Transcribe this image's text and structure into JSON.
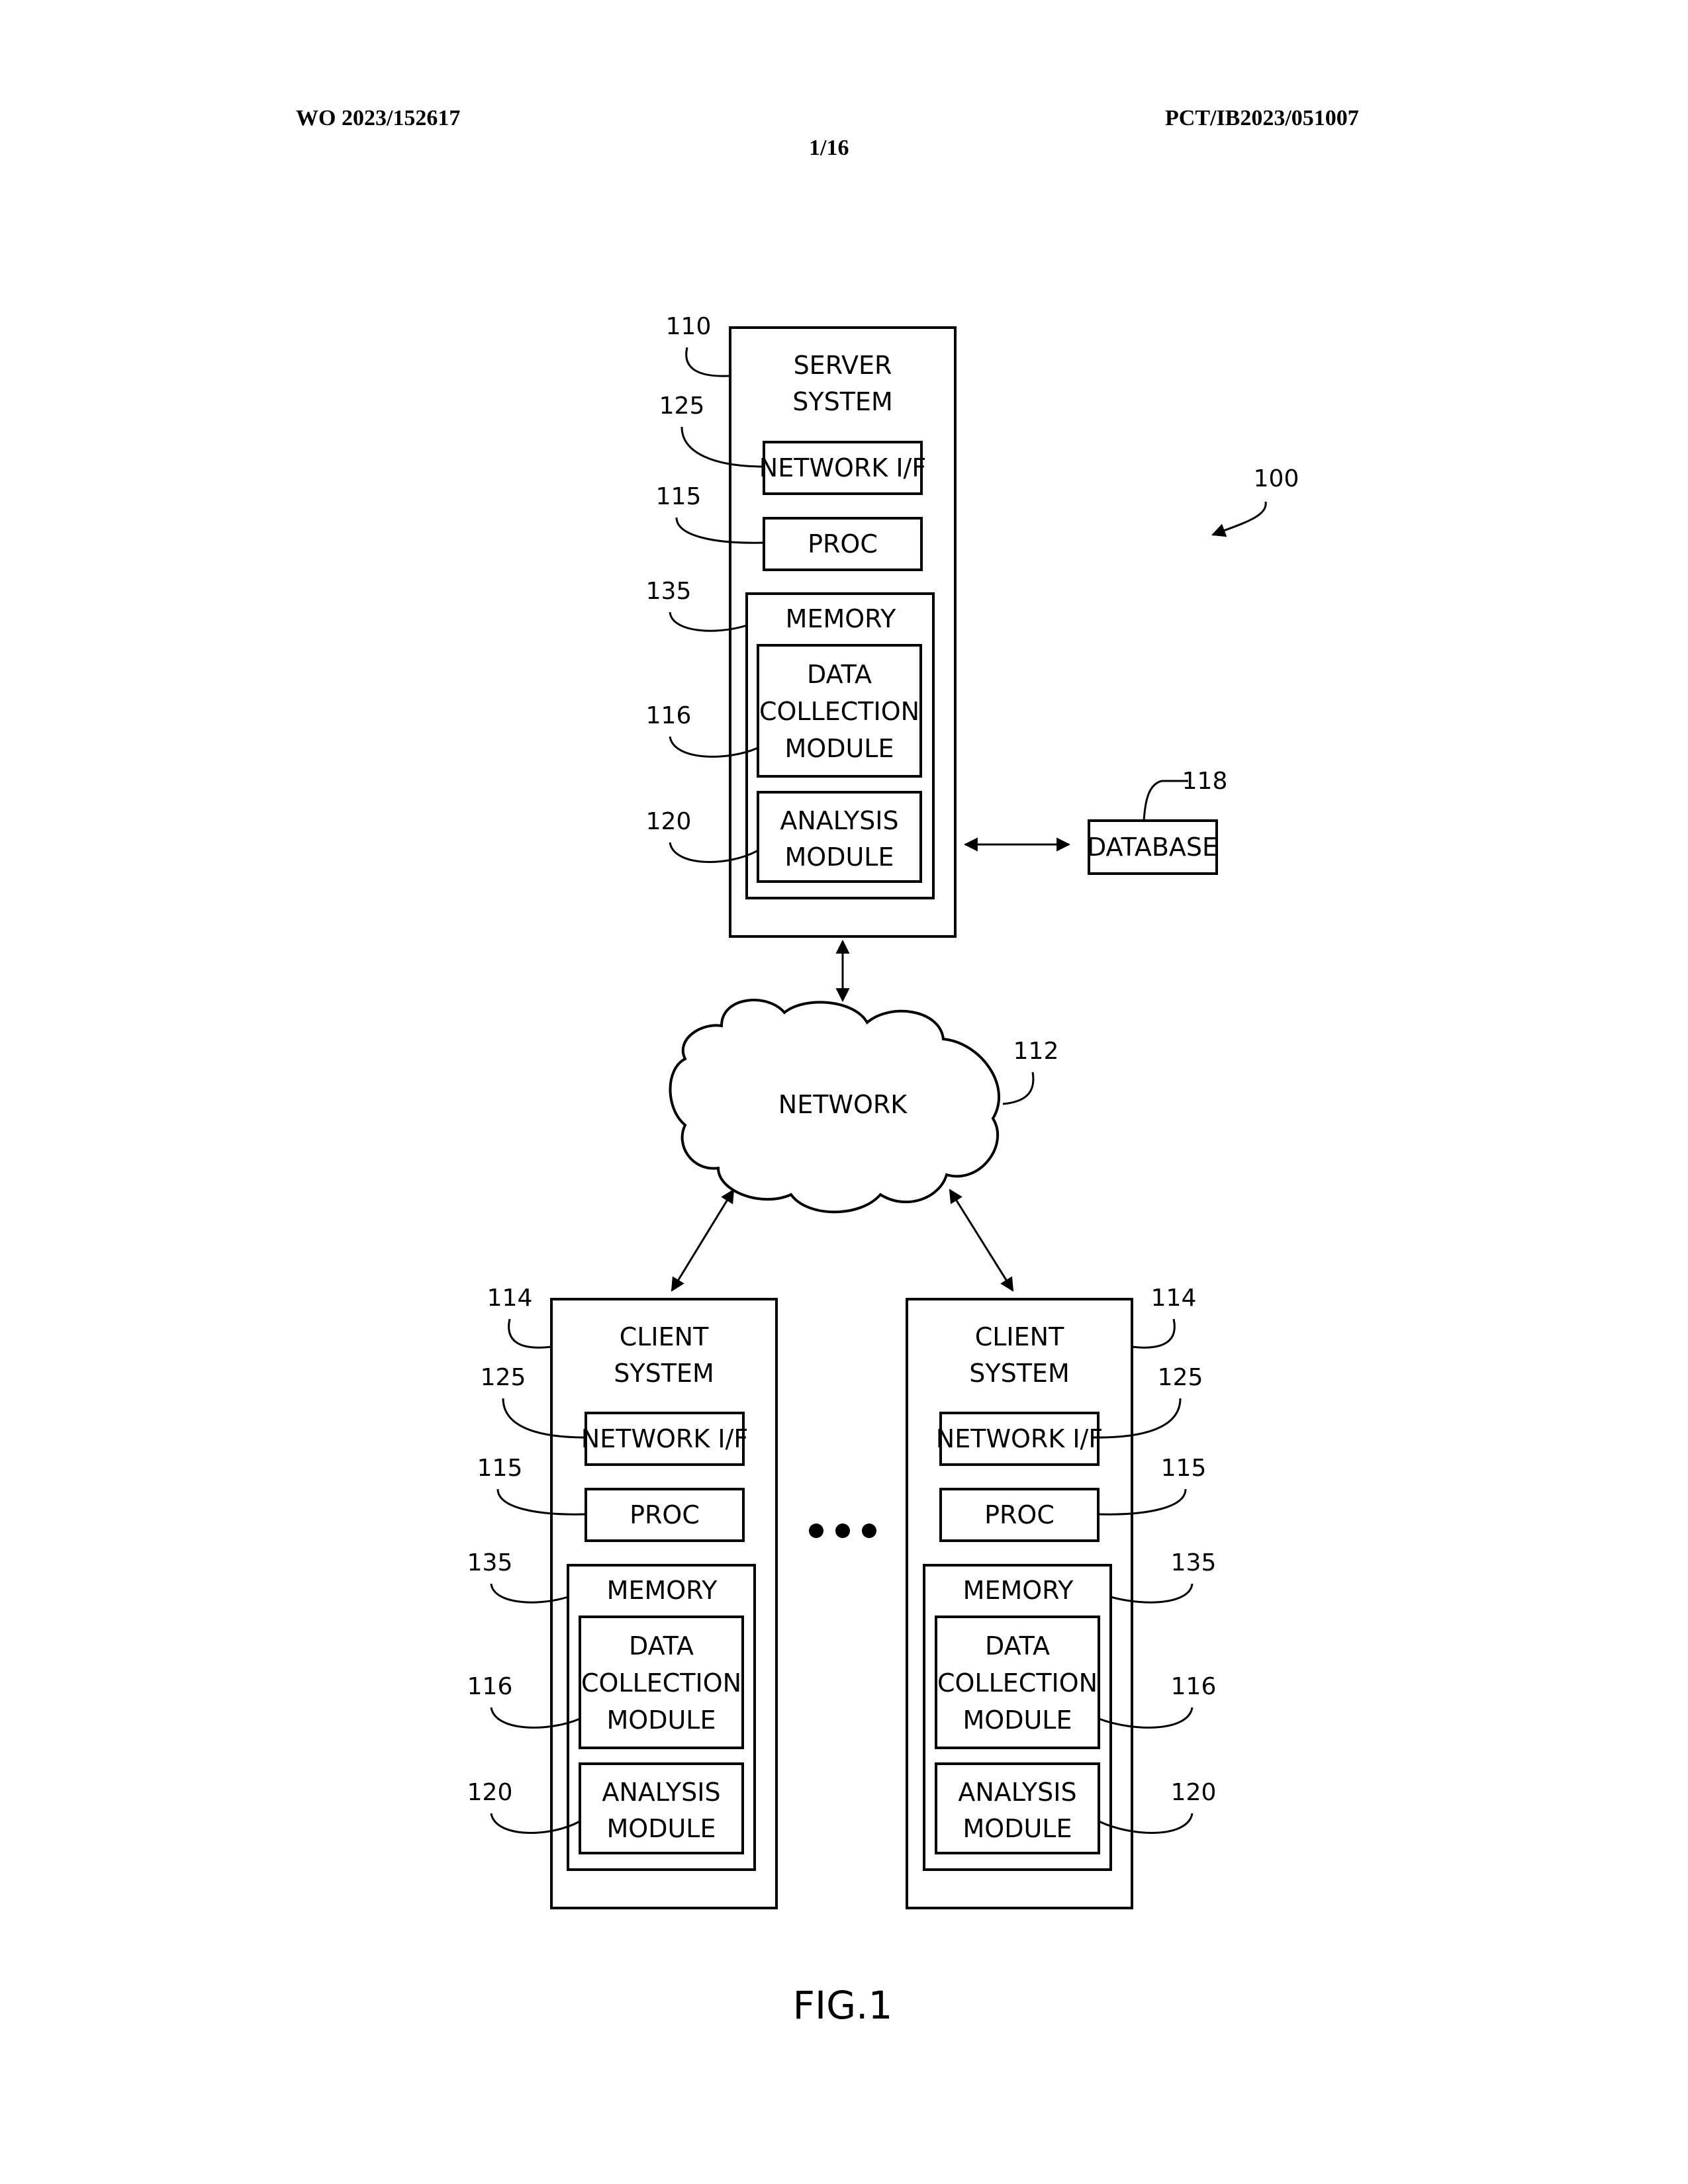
{
  "header": {
    "left": "WO 2023/152617",
    "right": "PCT/IB2023/051007",
    "page": "1/16"
  },
  "overall_ref": "100",
  "server": {
    "ref": "110",
    "title_line1": "SERVER",
    "title_line2": "SYSTEM",
    "network_if": {
      "label": "NETWORK I/F",
      "ref": "125"
    },
    "proc": {
      "label": "PROC",
      "ref": "115"
    },
    "memory": {
      "label": "MEMORY",
      "ref": "135"
    },
    "data_collection": {
      "line1": "DATA",
      "line2": "COLLECTION",
      "line3": "MODULE",
      "ref": "116"
    },
    "analysis": {
      "line1": "ANALYSIS",
      "line2": "MODULE",
      "ref": "120"
    }
  },
  "database": {
    "label": "DATABASE",
    "ref": "118"
  },
  "network": {
    "label": "NETWORK",
    "ref": "112"
  },
  "clients": [
    {
      "ref": "114",
      "title_line1": "CLIENT",
      "title_line2": "SYSTEM",
      "network_if": {
        "label": "NETWORK I/F",
        "ref": "125"
      },
      "proc": {
        "label": "PROC",
        "ref": "115"
      },
      "memory": {
        "label": "MEMORY",
        "ref": "135"
      },
      "data_collection": {
        "line1": "DATA",
        "line2": "COLLECTION",
        "line3": "MODULE",
        "ref": "116"
      },
      "analysis": {
        "line1": "ANALYSIS",
        "line2": "MODULE",
        "ref": "120"
      }
    },
    {
      "ref": "114",
      "title_line1": "CLIENT",
      "title_line2": "SYSTEM",
      "network_if": {
        "label": "NETWORK I/F",
        "ref": "125"
      },
      "proc": {
        "label": "PROC",
        "ref": "115"
      },
      "memory": {
        "label": "MEMORY",
        "ref": "135"
      },
      "data_collection": {
        "line1": "DATA",
        "line2": "COLLECTION",
        "line3": "MODULE",
        "ref": "116"
      },
      "analysis": {
        "line1": "ANALYSIS",
        "line2": "MODULE",
        "ref": "120"
      }
    }
  ],
  "figure_label": "FIG.1"
}
